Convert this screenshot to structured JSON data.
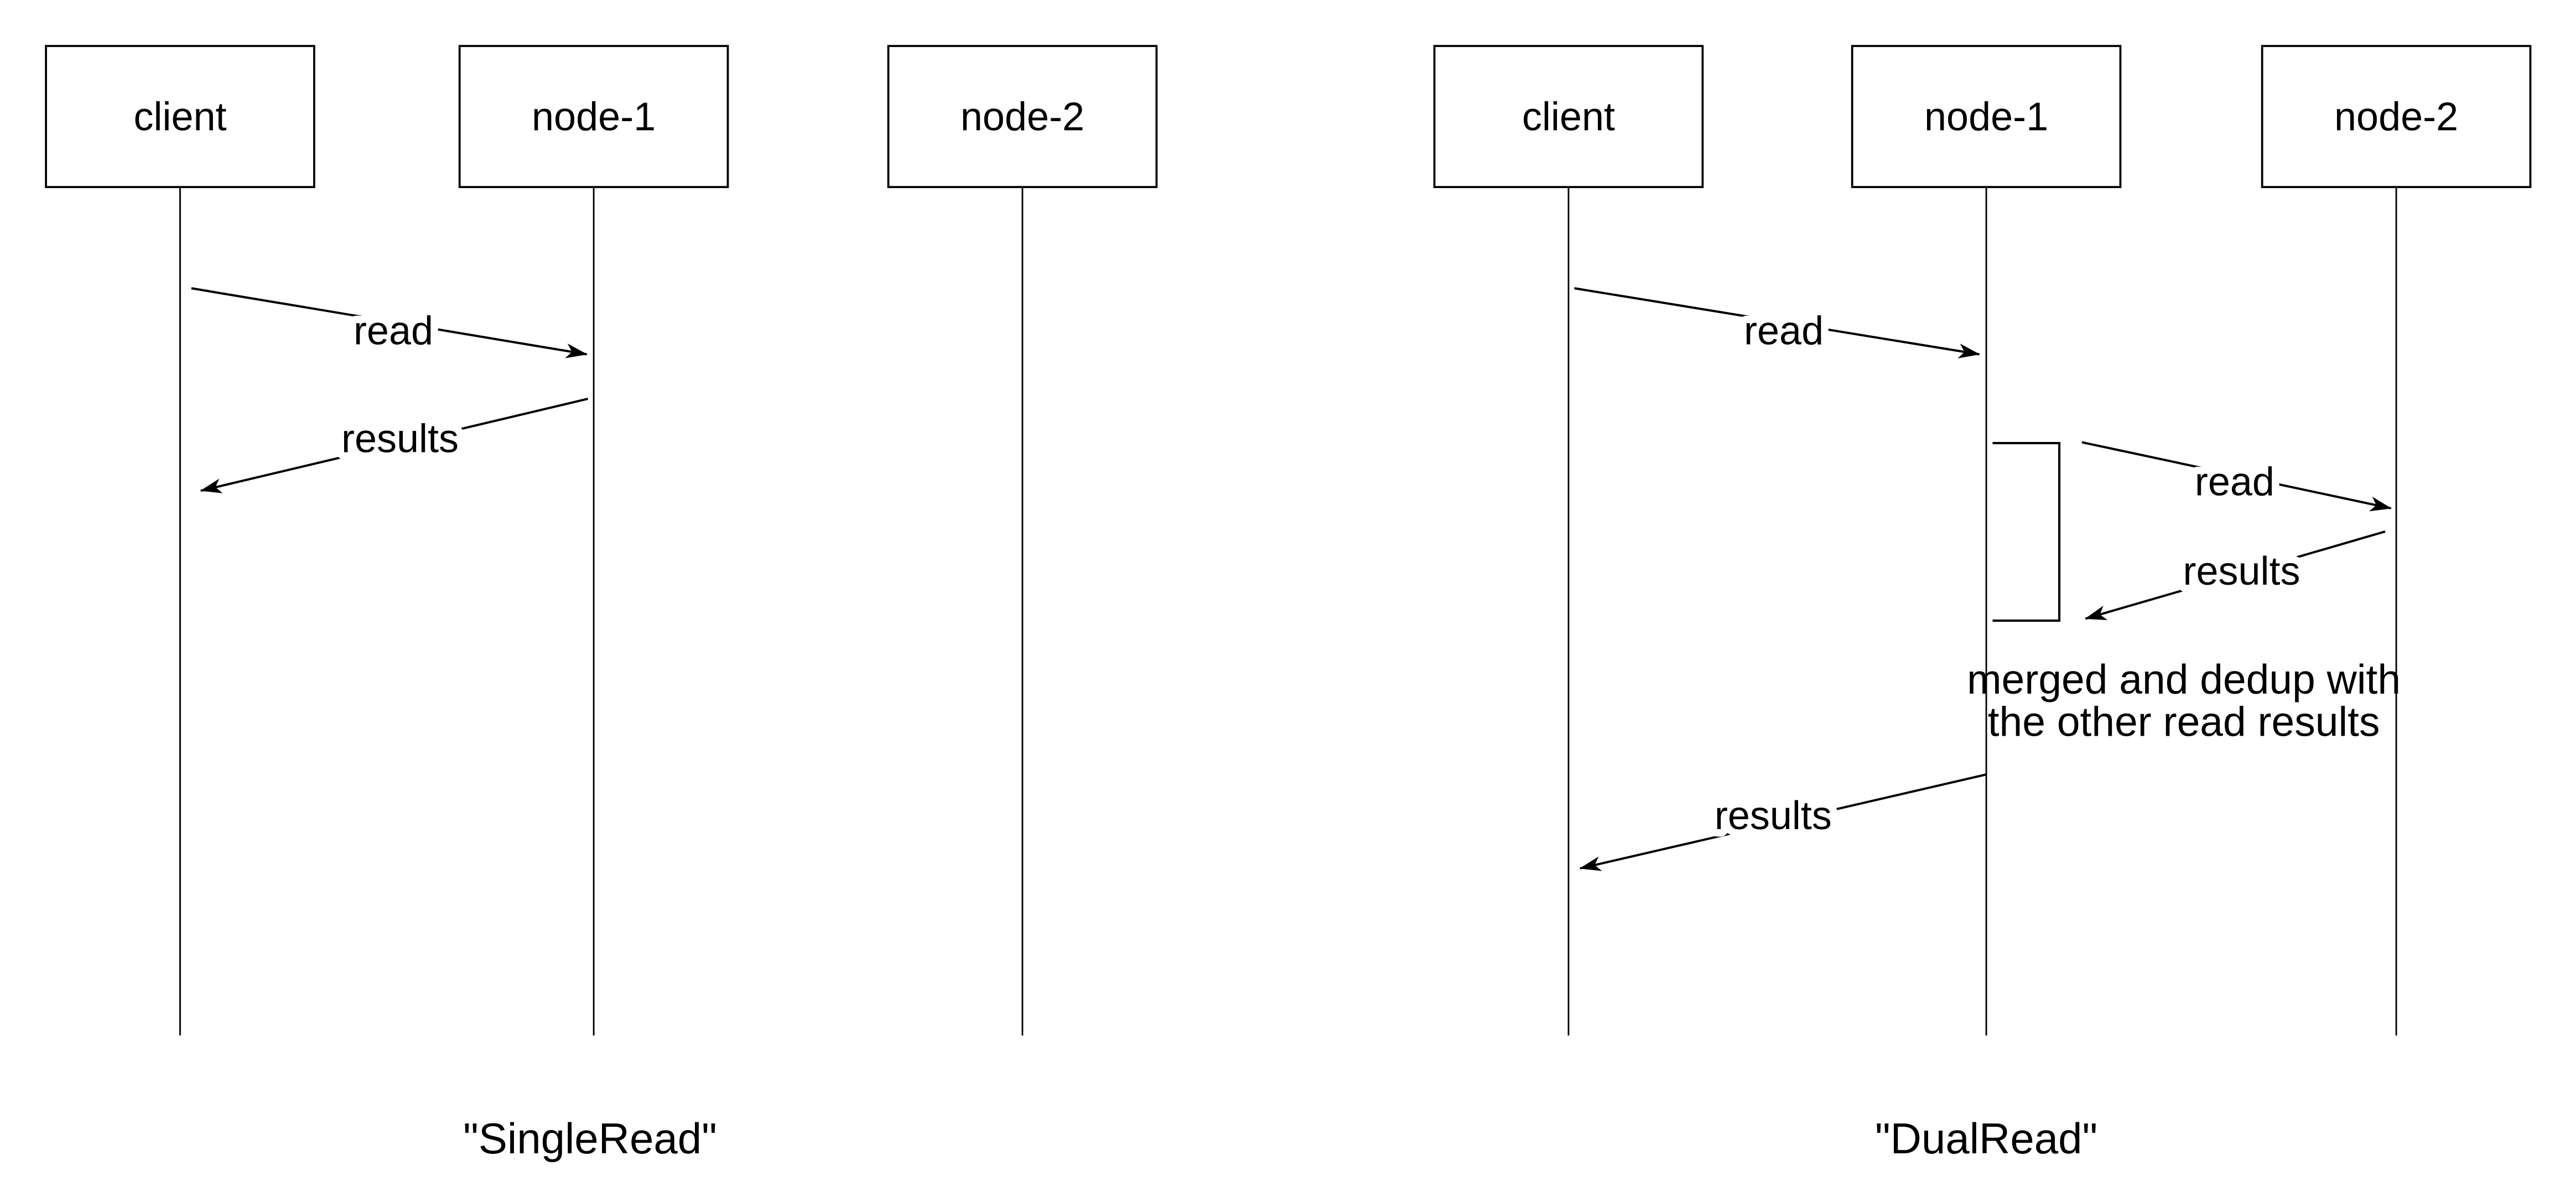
{
  "colors": {
    "line": "#000000",
    "text": "#000000",
    "background": "#ffffff"
  },
  "diagrams": [
    {
      "caption": "\"SingleRead\"",
      "actors": [
        {
          "label": "client"
        },
        {
          "label": "node-1"
        },
        {
          "label": "node-2"
        }
      ],
      "messages": [
        {
          "label": "read",
          "from": "client",
          "to": "node-1"
        },
        {
          "label": "results",
          "from": "node-1",
          "to": "client"
        }
      ]
    },
    {
      "caption": "\"DualRead\"",
      "actors": [
        {
          "label": "client"
        },
        {
          "label": "node-1"
        },
        {
          "label": "node-2"
        }
      ],
      "messages": [
        {
          "label": "read",
          "from": "client",
          "to": "node-1"
        },
        {
          "label": "read",
          "from": "node-1",
          "to": "node-2"
        },
        {
          "label": "results",
          "from": "node-2",
          "to": "node-1"
        },
        {
          "label": "results",
          "from": "node-1",
          "to": "client"
        }
      ],
      "note": {
        "lines": [
          "merged and dedup with",
          "the other read results"
        ]
      }
    }
  ]
}
